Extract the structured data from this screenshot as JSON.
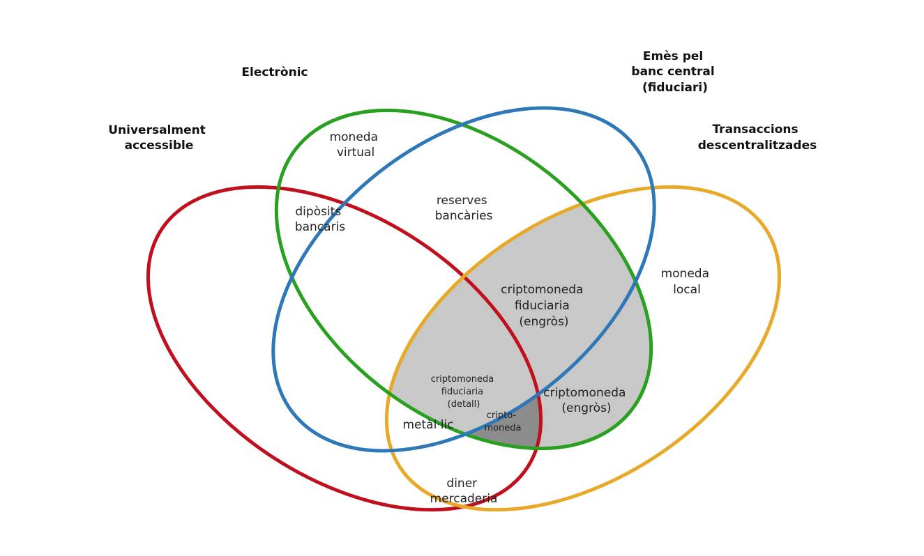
{
  "colors": {
    "universal": "#c0101d",
    "electronic": "#2aa021",
    "central_bank": "#2f78b7",
    "decentralized": "#e8a929",
    "shade_light": "#c8c8c8",
    "shade_dark": "#8c8c8c"
  },
  "sets": {
    "universal": [
      "Universalment",
      "accessible"
    ],
    "electronic": [
      "Electrònic"
    ],
    "central_bank": [
      "Emès pel",
      "banc central",
      "(fiduciari)"
    ],
    "decentralized": [
      "Transaccions",
      "descentralitzades"
    ]
  },
  "regions": {
    "virtual_currency": [
      "moneda",
      "virtual"
    ],
    "bank_deposits": [
      "dipòsits",
      "bancaris"
    ],
    "bank_reserves": [
      "reserves",
      "bancàries"
    ],
    "local_currency": [
      "moneda",
      "local"
    ],
    "fiat_crypto_wholesale": [
      "criptomoneda",
      "fiduciaria",
      "(engròs)"
    ],
    "fiat_crypto_retail": [
      "criptomoneda",
      "fiduciaria",
      "(detall)"
    ],
    "crypto_wholesale": [
      "criptomoneda",
      "(engròs)"
    ],
    "crypto_retail": [
      "cripto-",
      "moneda"
    ],
    "cash": [
      "metàl·lic"
    ],
    "commodity_money": [
      "diner",
      "mercaderia"
    ]
  }
}
